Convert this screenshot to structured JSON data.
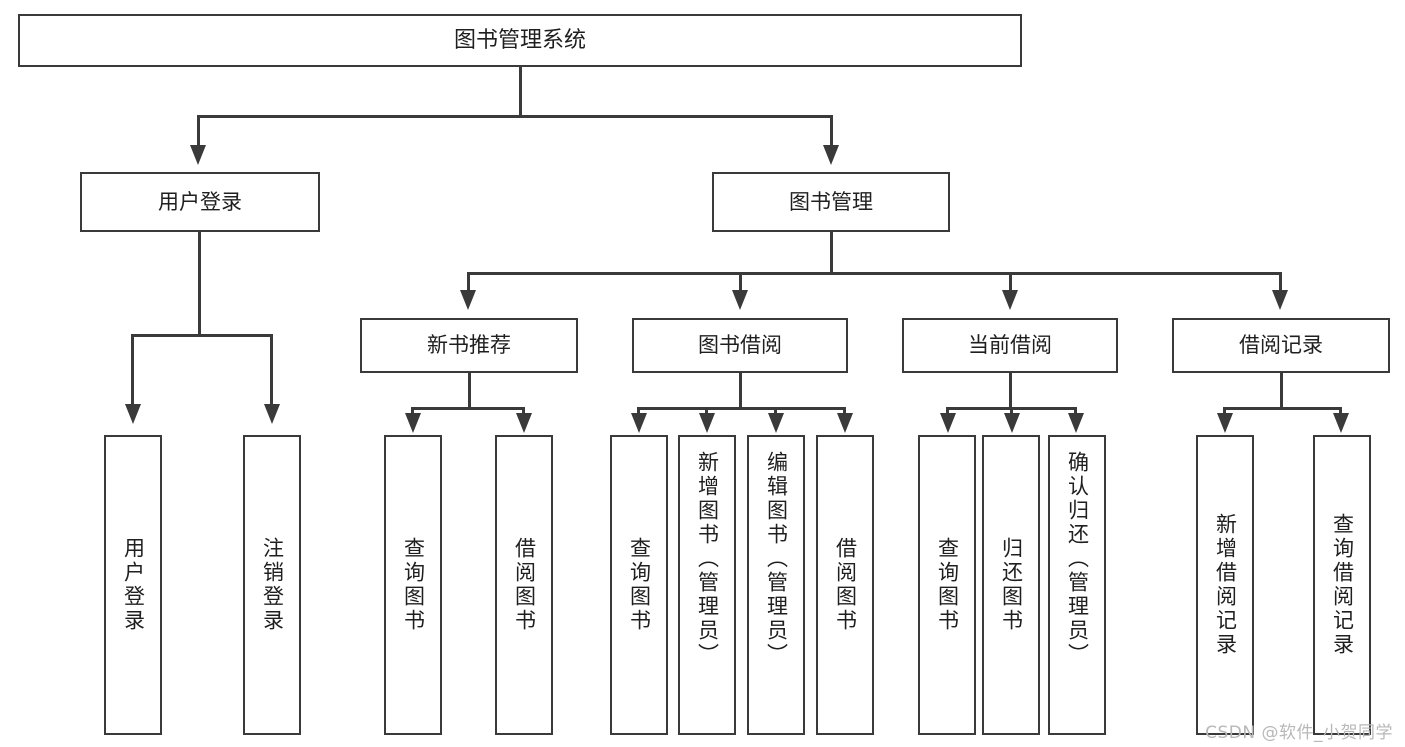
{
  "diagram": {
    "title": "图书管理系统",
    "watermark": "CSDN @软件_小贺同学",
    "colors": {
      "stroke": "#3a3a3a",
      "fill": "#ffffff",
      "text": "#1f1f1f",
      "watermark": "#b8b8b8"
    },
    "root": {
      "label": "图书管理系统"
    },
    "level2": [
      {
        "label": "用户登录"
      },
      {
        "label": "图书管理"
      }
    ],
    "level3": [
      {
        "label": "新书推荐"
      },
      {
        "label": "图书借阅"
      },
      {
        "label": "当前借阅"
      },
      {
        "label": "借阅记录"
      }
    ],
    "leaves": {
      "user_login": [
        {
          "label": "用户登录"
        },
        {
          "label": "注销登录"
        }
      ],
      "new_book_recommend": [
        {
          "label": "查询图书"
        },
        {
          "label": "借阅图书"
        }
      ],
      "book_borrow": [
        {
          "label": "查询图书"
        },
        {
          "label": "新增图书（管理员）"
        },
        {
          "label": "编辑图书（管理员）"
        },
        {
          "label": "借阅图书"
        }
      ],
      "current_borrow": [
        {
          "label": "查询图书"
        },
        {
          "label": "归还图书"
        },
        {
          "label": "确认归还（管理员）"
        }
      ],
      "borrow_record": [
        {
          "label": "新增借阅记录"
        },
        {
          "label": "查询借阅记录"
        }
      ]
    }
  }
}
